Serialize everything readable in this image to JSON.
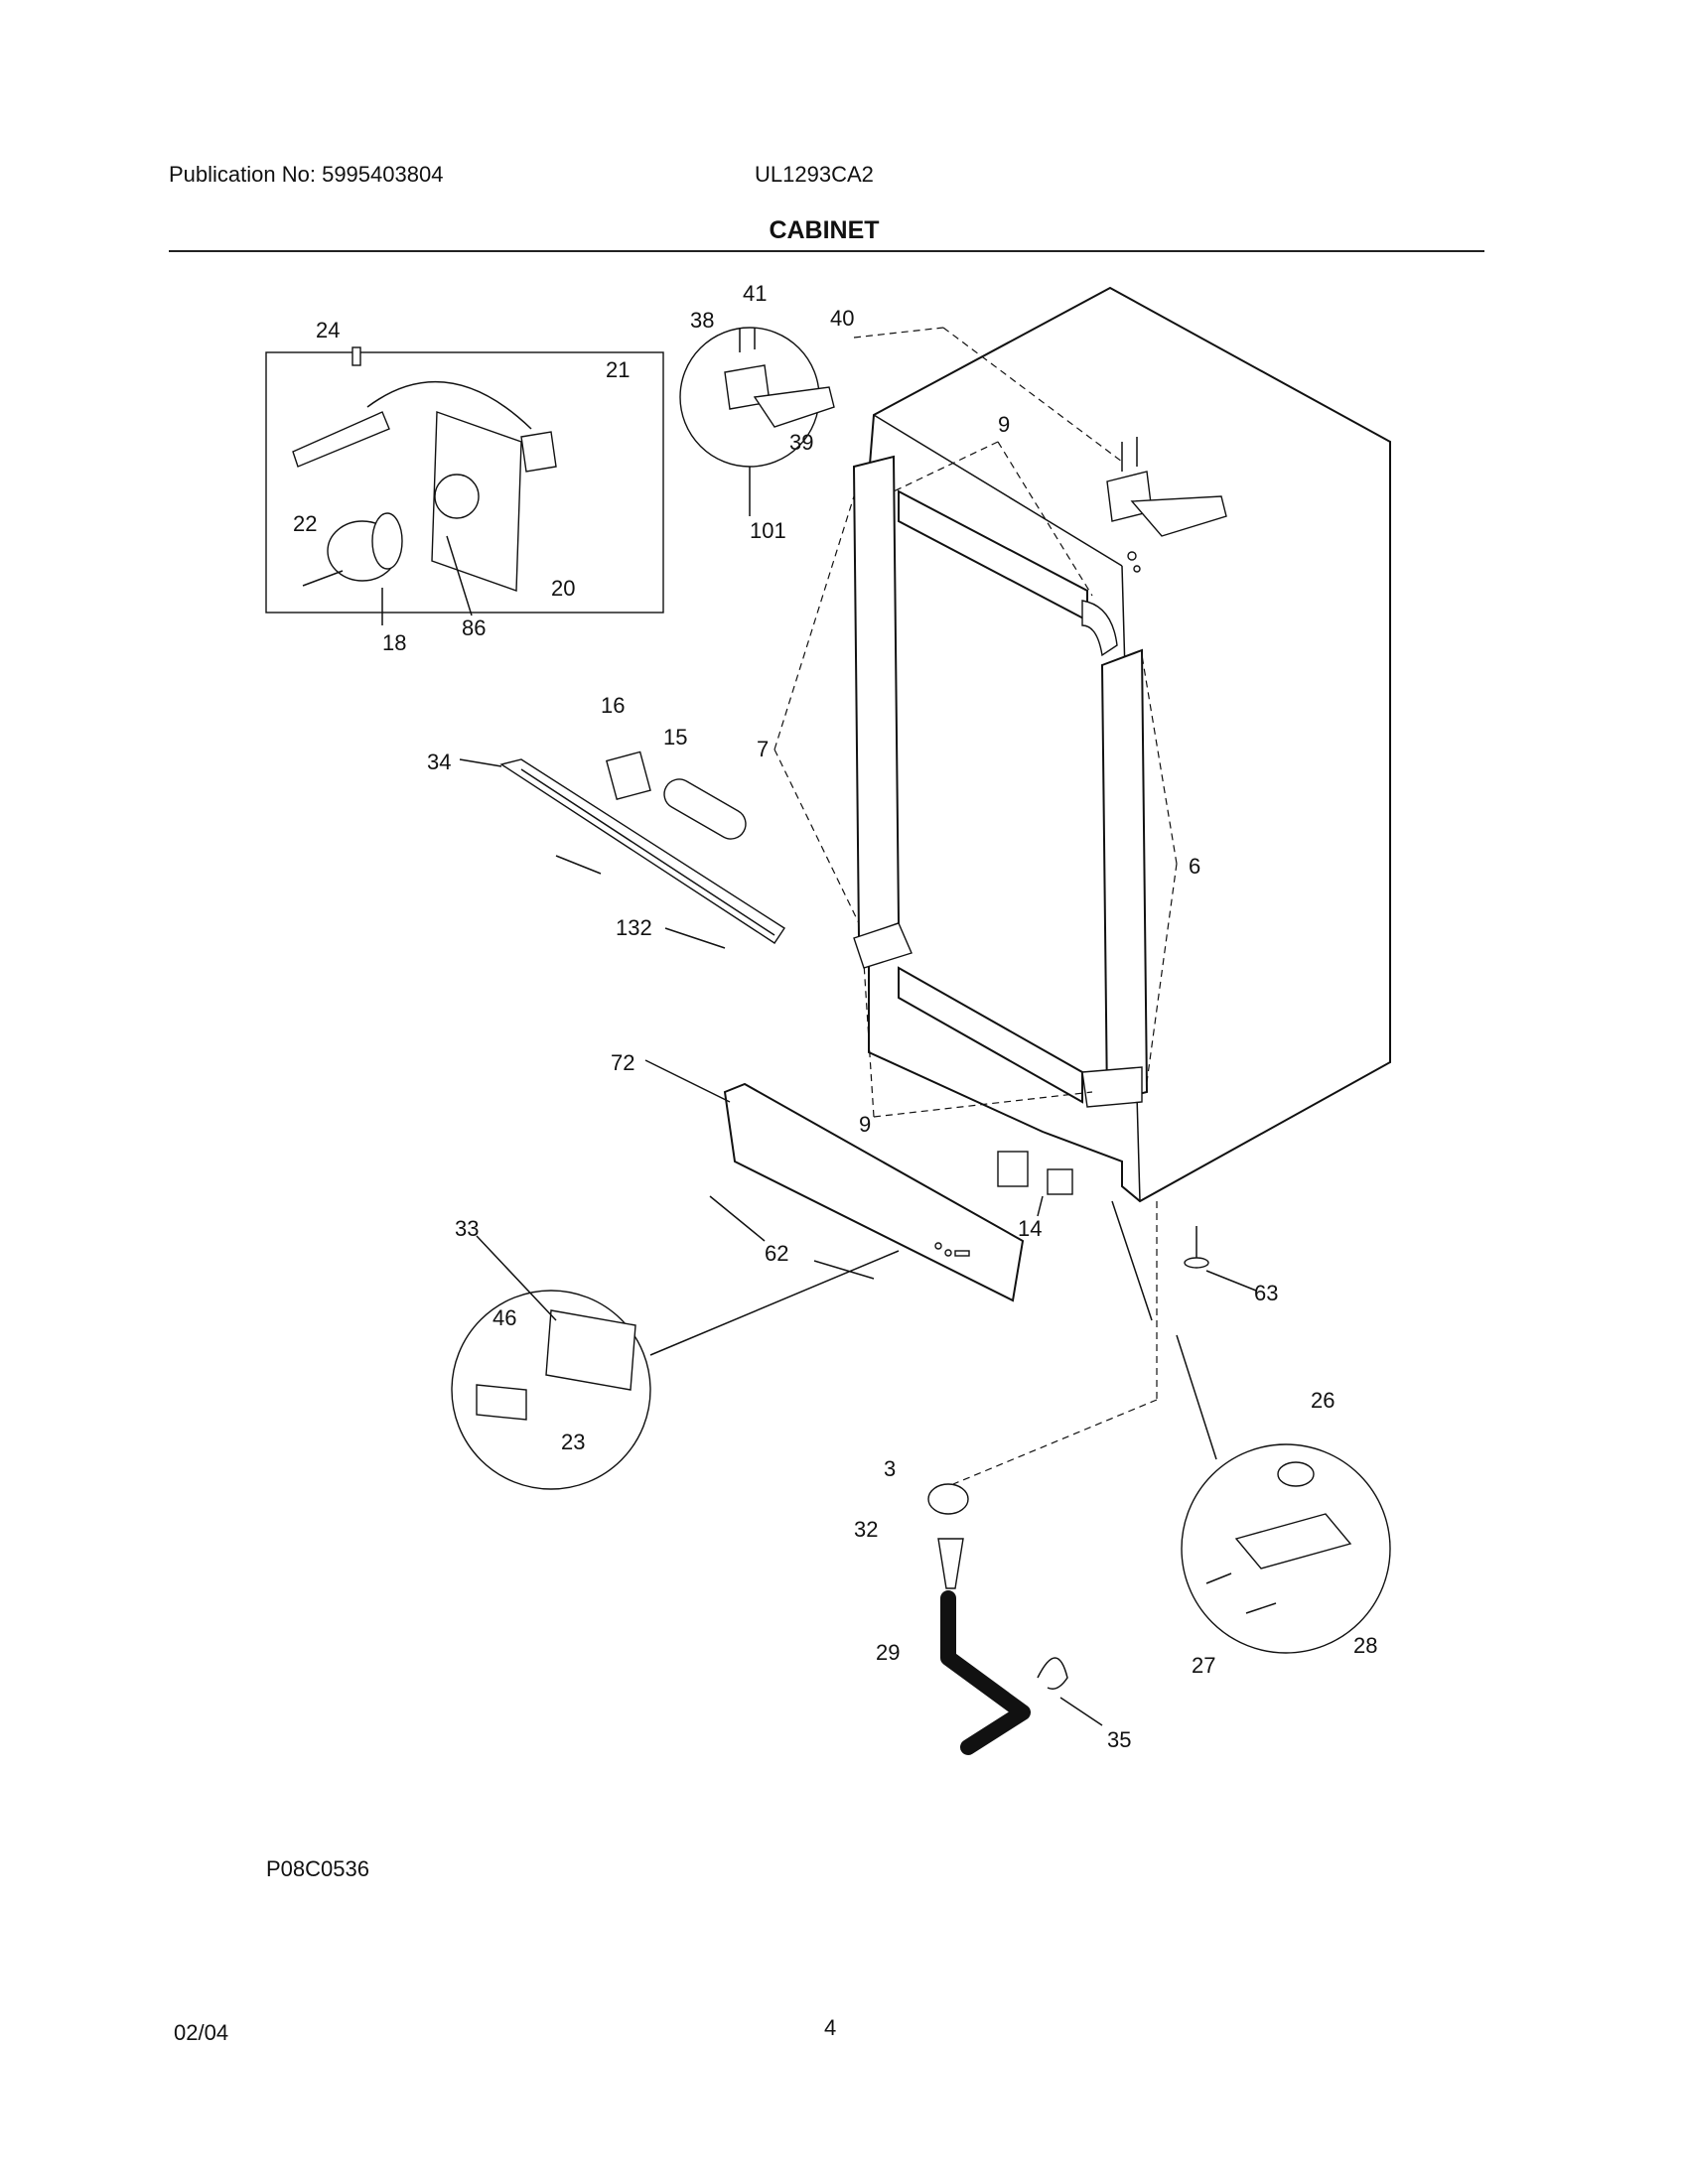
{
  "header": {
    "publication": "Publication No: 5995403804",
    "model": "UL1293CA2",
    "title": "CABINET"
  },
  "callouts": {
    "c3": "3",
    "c6": "6",
    "c7": "7",
    "c9a": "9",
    "c9b": "9",
    "c14": "14",
    "c15": "15",
    "c16": "16",
    "c18": "18",
    "c20": "20",
    "c21": "21",
    "c22": "22",
    "c23": "23",
    "c24": "24",
    "c26": "26",
    "c27": "27",
    "c28": "28",
    "c29": "29",
    "c32": "32",
    "c33": "33",
    "c34": "34",
    "c35": "35",
    "c38": "38",
    "c39": "39",
    "c40": "40",
    "c41": "41",
    "c46": "46",
    "c62": "62",
    "c63": "63",
    "c72": "72",
    "c86": "86",
    "c101": "101",
    "c132": "132"
  },
  "footer": {
    "figure_id": "P08C0536",
    "date": "02/04",
    "page": "4"
  }
}
